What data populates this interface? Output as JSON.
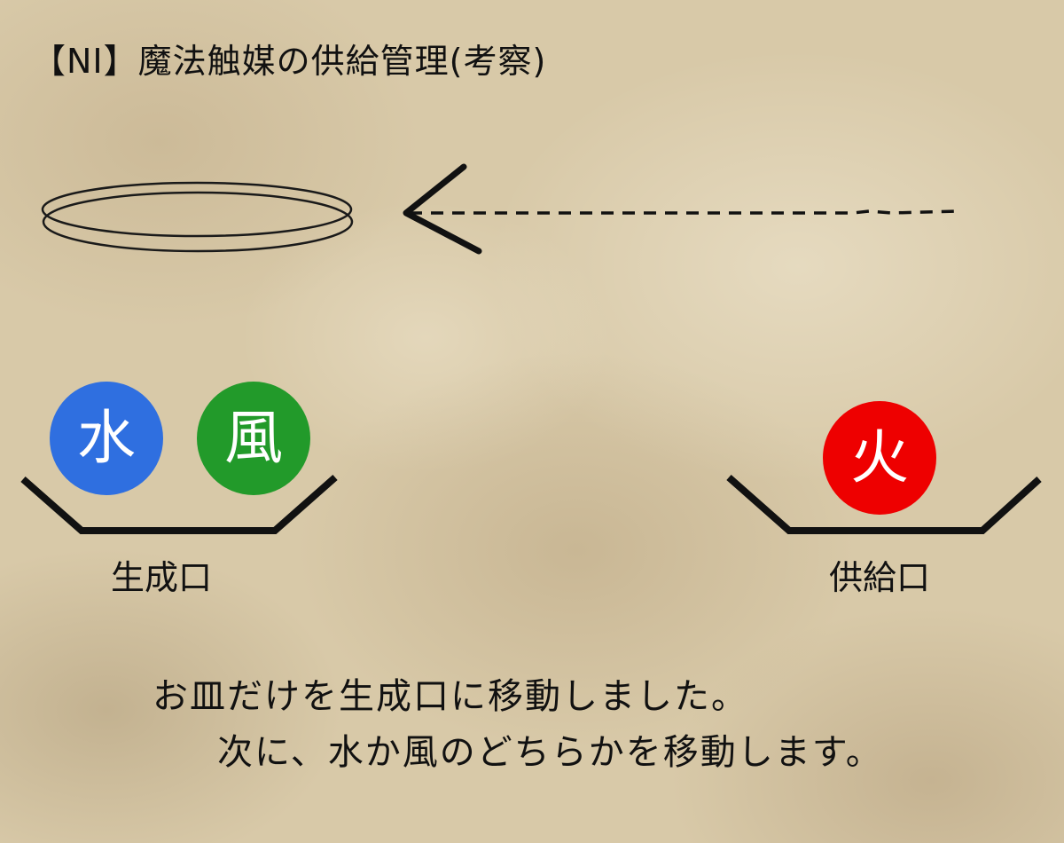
{
  "title": "【NI】魔法触媒の供給管理(考察)",
  "catalysts": {
    "water": {
      "label": "水",
      "color": "#2f6fe0"
    },
    "wind": {
      "label": "風",
      "color": "#229a2a"
    },
    "fire": {
      "label": "火",
      "color": "#ee0000"
    }
  },
  "trays": {
    "generation": {
      "label": "生成口"
    },
    "supply": {
      "label": "供給口"
    }
  },
  "message": {
    "line1": "お皿だけを生成口に移動しました。",
    "line2": "次に、水か風のどちらかを移動します。"
  }
}
